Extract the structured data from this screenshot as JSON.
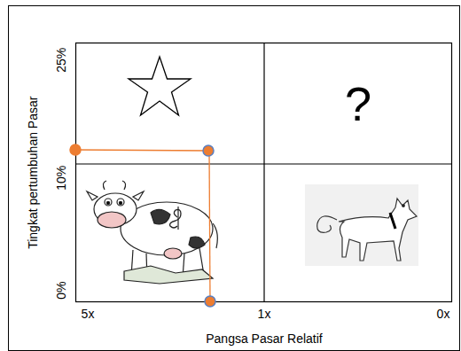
{
  "diagram": {
    "nodes": [
      {
        "text": [
          "?"
        ]
      }
    ],
    "labels": [
      "25%",
      "10%",
      "0%",
      "Tingkat pertumbuhan Pasar",
      "5x",
      "1x",
      "0x",
      "Pangsa Pasar Relatif"
    ]
  }
}
